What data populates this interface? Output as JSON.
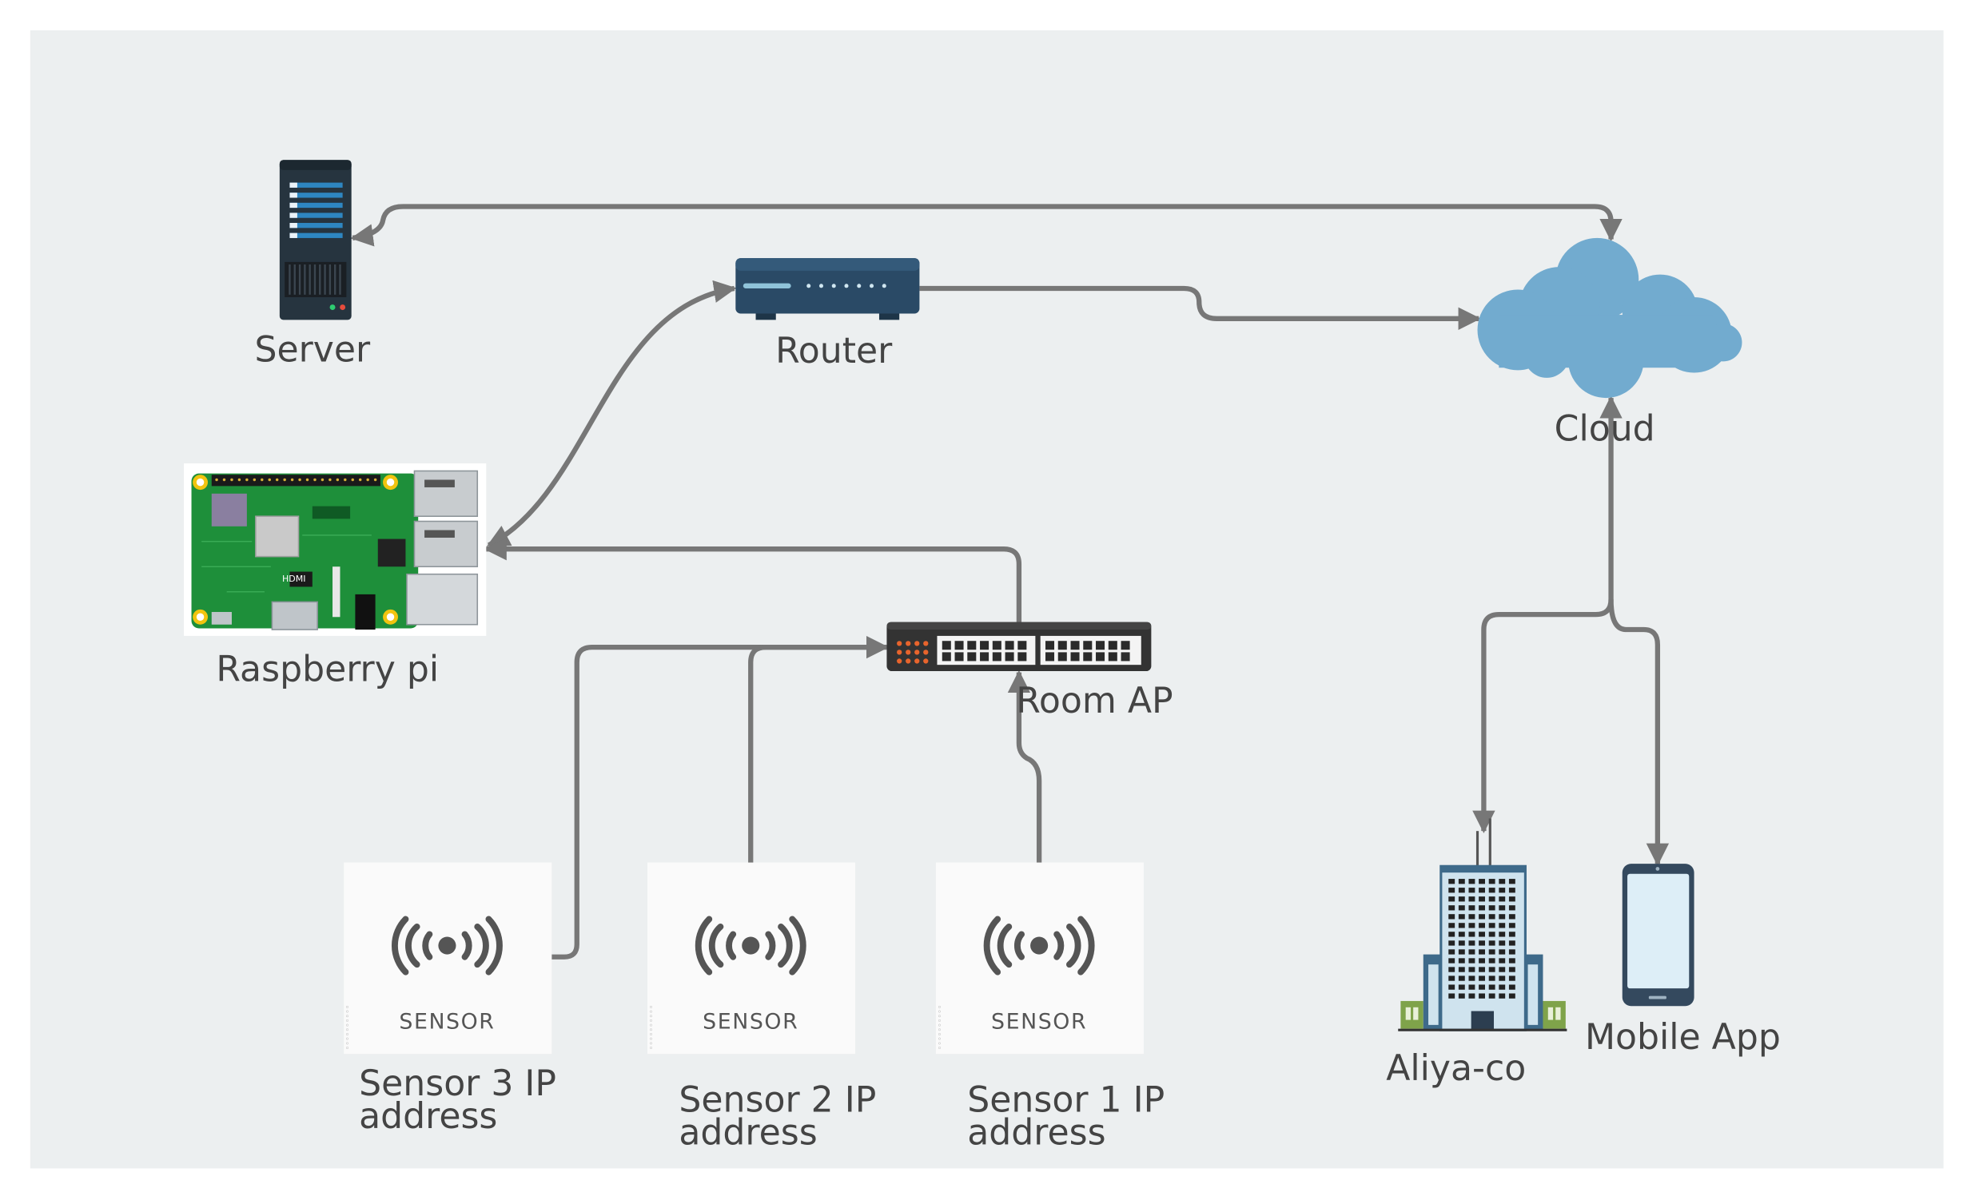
{
  "nodes": {
    "server": {
      "label": "Server"
    },
    "router": {
      "label": "Router"
    },
    "cloud": {
      "label": "Cloud"
    },
    "raspberry": {
      "label": "Raspberry pi"
    },
    "room_ap": {
      "label": "Room AP"
    },
    "sensor3": {
      "label_line1": "Sensor 3 IP",
      "label_line2": "address",
      "caption": "SENSOR"
    },
    "sensor2": {
      "label_line1": "Sensor 2 IP",
      "label_line2": "address",
      "caption": "SENSOR"
    },
    "sensor1": {
      "label_line1": "Sensor 1 IP",
      "label_line2": "address",
      "caption": "SENSOR"
    },
    "aliyaco": {
      "label": "Aliya-co"
    },
    "mobile": {
      "label": "Mobile App"
    },
    "hdmi_silk": "HDMI"
  },
  "colors": {
    "canvas": "#ECEFF0",
    "edge": "#777777",
    "cloud": "#72ABCF",
    "router": "#2A4A66",
    "board": "#1E8F3A",
    "switch": "#333333",
    "switch_led": "#E8642C"
  },
  "icons": [
    "server-icon",
    "router-icon",
    "cloud-icon",
    "raspberry-pi-board-icon",
    "network-switch-icon",
    "wireless-sensor-icon",
    "office-building-icon",
    "smartphone-icon"
  ]
}
